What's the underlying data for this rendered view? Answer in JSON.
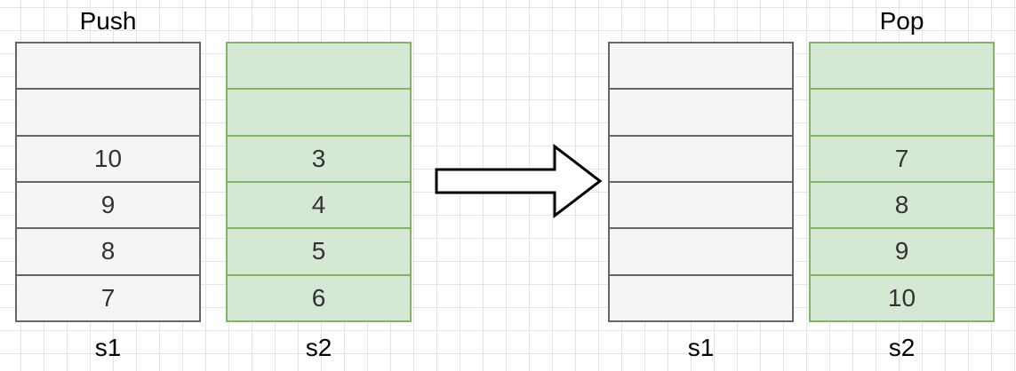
{
  "left_group": {
    "title": "Push",
    "s1": {
      "label": "s1",
      "cells": [
        "",
        "",
        "10",
        "9",
        "8",
        "7"
      ]
    },
    "s2": {
      "label": "s2",
      "cells": [
        "",
        "",
        "3",
        "4",
        "5",
        "6"
      ]
    }
  },
  "right_group": {
    "title": "Pop",
    "s1": {
      "label": "s1",
      "cells": [
        "",
        "",
        "",
        "",
        "",
        ""
      ]
    },
    "s2": {
      "label": "s2",
      "cells": [
        "",
        "",
        "7",
        "8",
        "9",
        "10"
      ]
    }
  },
  "colors": {
    "s1_fill": "#f5f5f5",
    "s1_stroke": "#666666",
    "s2_fill": "#d5e8d4",
    "s2_stroke": "#82b366"
  },
  "arrow": {
    "direction": "right"
  }
}
